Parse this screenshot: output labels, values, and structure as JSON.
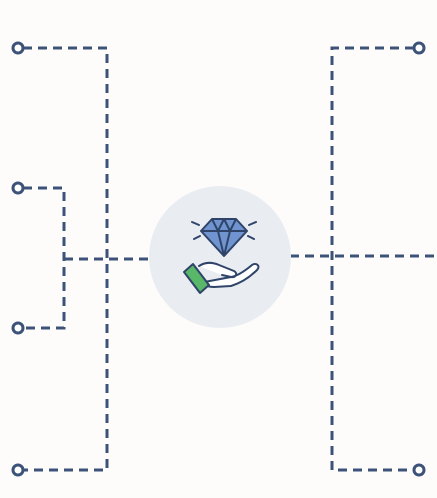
{
  "colors": {
    "background": "#fdfcfb",
    "connector": "#3d5278",
    "node_fill": "#ffffff",
    "hub_circle": "#e9edf2",
    "diamond_fill": "#6f94cf",
    "diamond_stroke": "#2f4468",
    "hand_fill": "#ffffff",
    "cuff": "#58b769"
  },
  "diagram": {
    "hub_icon": "diamond-in-hand-icon",
    "left_nodes": [
      "node-left-1",
      "node-left-2",
      "node-left-3",
      "node-left-4"
    ],
    "right_nodes": [
      "node-right-1",
      "node-right-2"
    ],
    "line_style": "dashed",
    "node_shape": "open-circle"
  }
}
